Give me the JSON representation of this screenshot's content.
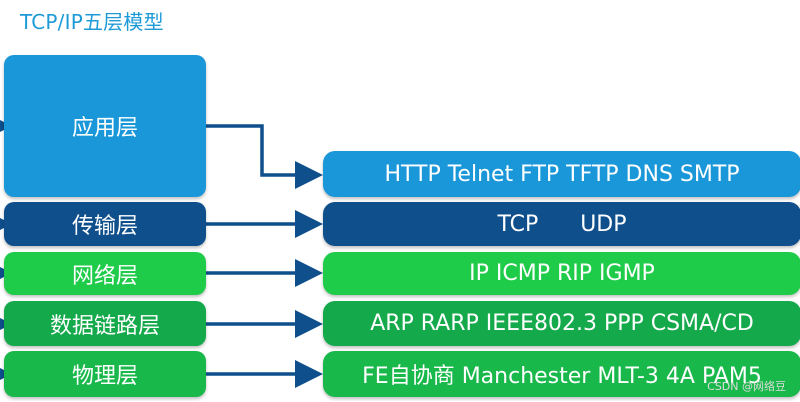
{
  "title": "TCP/IP五层模型",
  "colors": {
    "application": "#1a97d9",
    "transport": "#0e4f8c",
    "network": "#1fcc4a",
    "datalink": "#14a94a",
    "physical": "#18b84a",
    "arrow": "#0e4f8c",
    "title": "#1e9bd7"
  },
  "layers": [
    {
      "name": "应用层",
      "protocols": "HTTP Telnet FTP TFTP DNS SMTP"
    },
    {
      "name": "传输层",
      "protocols": "TCP      UDP"
    },
    {
      "name": "网络层",
      "protocols": "IP ICMP RIP IGMP"
    },
    {
      "name": "数据链路层",
      "protocols": "ARP RARP IEEE802.3 PPP CSMA/CD"
    },
    {
      "name": "物理层",
      "protocols": "FE自协商 Manchester MLT-3 4A PAM5"
    }
  ],
  "watermark": "CSDN @网络豆"
}
